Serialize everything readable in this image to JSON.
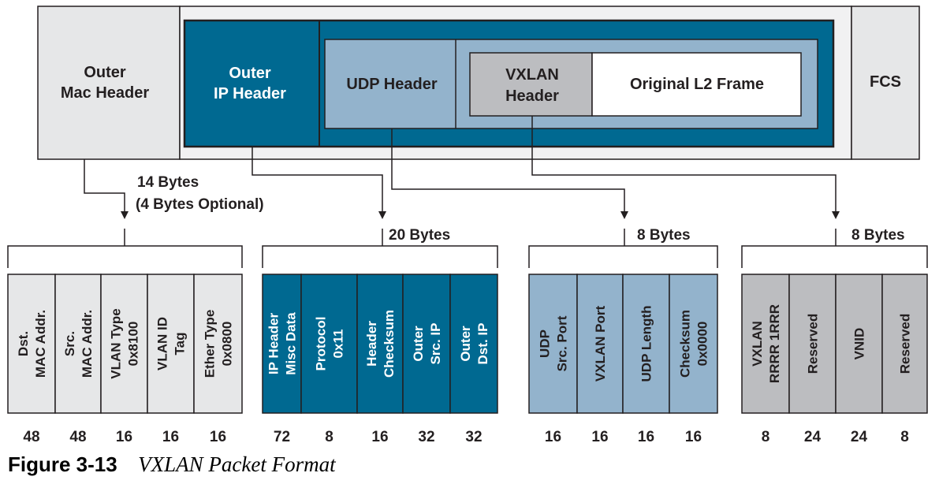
{
  "colors": {
    "light_gray": "#e6e7e8",
    "mid_gray": "#bcbdc0",
    "dark_blue": "#006991",
    "light_blue": "#93b3cc",
    "outline": "#231f20"
  },
  "packet": {
    "outer_mac": [
      "Outer",
      "Mac Header"
    ],
    "outer_ip": [
      "Outer",
      "IP Header"
    ],
    "udp": [
      "UDP Header"
    ],
    "vxlan": [
      "VXLAN",
      "Header"
    ],
    "original": [
      "Original L2 Frame"
    ],
    "fcs": [
      "FCS"
    ]
  },
  "groups": [
    {
      "size_label": [
        "14 Bytes",
        "(4 Bytes Optional)"
      ],
      "color": "#e6e7e8",
      "text_color": "#231f20",
      "fields": [
        {
          "lines": [
            "Dst.",
            "MAC Addr."
          ],
          "bits": "48"
        },
        {
          "lines": [
            "Src.",
            "MAC Addr."
          ],
          "bits": "48"
        },
        {
          "lines": [
            "VLAN Type",
            "0x8100"
          ],
          "bits": "16"
        },
        {
          "lines": [
            "VLAN ID",
            "Tag"
          ],
          "bits": "16"
        },
        {
          "lines": [
            "Ether Type",
            "0x0800"
          ],
          "bits": "16"
        }
      ]
    },
    {
      "size_label": [
        "20 Bytes"
      ],
      "color": "#006991",
      "text_color": "#ffffff",
      "fields": [
        {
          "lines": [
            "IP Header",
            "Misc Data"
          ],
          "bits": "72"
        },
        {
          "lines": [
            "Protocol",
            "0x11"
          ],
          "bits": "8"
        },
        {
          "lines": [
            "Header",
            "Checksum"
          ],
          "bits": "16"
        },
        {
          "lines": [
            "Outer",
            "Src. IP"
          ],
          "bits": "32"
        },
        {
          "lines": [
            "Outer",
            "Dst. IP"
          ],
          "bits": "32"
        }
      ]
    },
    {
      "size_label": [
        "8 Bytes"
      ],
      "color": "#93b3cc",
      "text_color": "#231f20",
      "fields": [
        {
          "lines": [
            "UDP",
            "Src. Port"
          ],
          "bits": "16"
        },
        {
          "lines": [
            "VXLAN Port"
          ],
          "bits": "16"
        },
        {
          "lines": [
            "UDP Length"
          ],
          "bits": "16"
        },
        {
          "lines": [
            "Checksum",
            "0x0000"
          ],
          "bits": "16"
        }
      ]
    },
    {
      "size_label": [
        "8 Bytes"
      ],
      "color": "#bcbdc0",
      "text_color": "#231f20",
      "fields": [
        {
          "lines": [
            "VXLAN",
            "RRRR 1RRR"
          ],
          "bits": "8"
        },
        {
          "lines": [
            "Reserved"
          ],
          "bits": "24"
        },
        {
          "lines": [
            "VNID"
          ],
          "bits": "24"
        },
        {
          "lines": [
            "Reserved"
          ],
          "bits": "8"
        }
      ]
    }
  ],
  "caption": {
    "number": "Figure 3-13",
    "title": "VXLAN Packet Format"
  }
}
